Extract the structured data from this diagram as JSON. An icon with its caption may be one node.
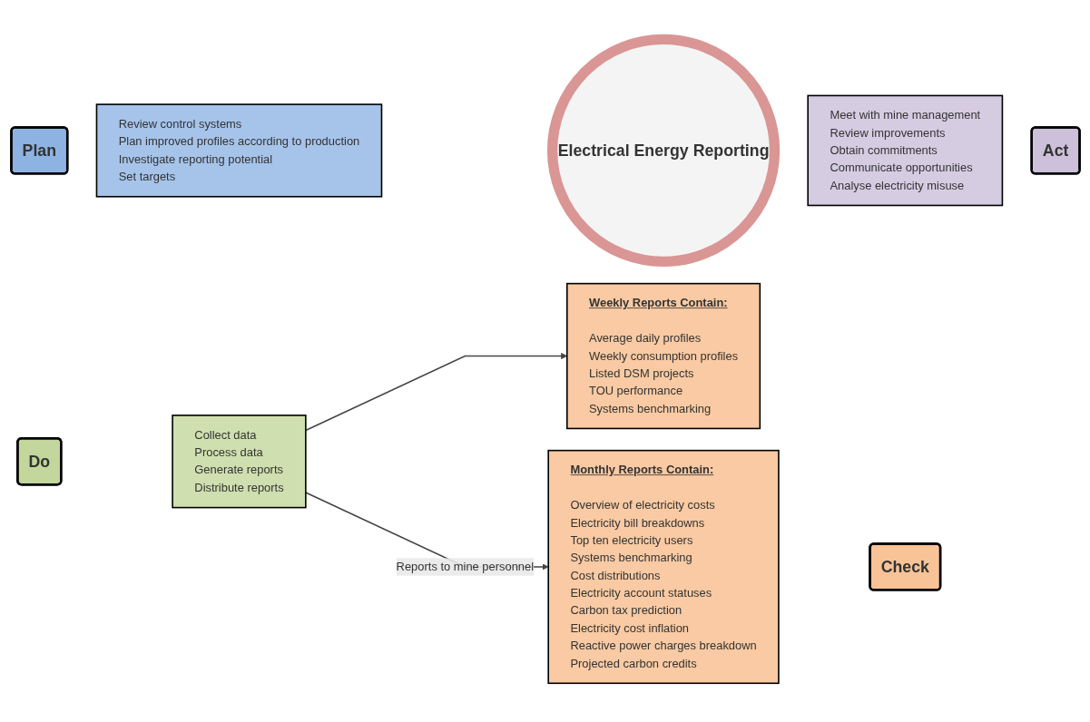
{
  "diagram": {
    "nodes": [
      {
        "text": [
          "Plan"
        ]
      },
      {
        "text": [
          "Review control systems",
          "Plan improved profiles according to production",
          "Investigate reporting potential",
          "Set targets"
        ]
      },
      {
        "text": [
          "Meet with mine management",
          "Review improvements",
          "Obtain commitments",
          "Communicate opportunities",
          "Analyse electricity misuse"
        ]
      },
      {
        "text": [
          "Act"
        ]
      },
      {
        "text": [
          "Electrical Energy Reporting"
        ]
      },
      {
        "text": [
          "Do"
        ]
      },
      {
        "text": [
          "Collect data",
          "Process data",
          "Generate reports",
          "Distribute reports"
        ]
      },
      {
        "text": [
          "Weekly Reports Contain:",
          "Average daily profiles",
          "Weekly consumption profiles",
          "Listed DSM projects",
          "TOU performance",
          "Systems benchmarking"
        ]
      },
      {
        "text": [
          "Monthly Reports Contain:",
          "Overview of electricity costs",
          "Electricity bill breakdowns",
          "Top ten electricity users",
          "Systems benchmarking",
          "Cost distributions",
          "Electricity account statuses",
          "Carbon tax prediction",
          "Electricity cost inflation",
          "Reactive power charges breakdown",
          "Projected carbon credits"
        ]
      },
      {
        "text": [
          "Check"
        ]
      }
    ],
    "edges": [
      {
        "from": 6,
        "to": 7,
        "arrow": "to"
      },
      {
        "from": 6,
        "to": 8,
        "arrow": "to",
        "label": "Reports to mine personnel"
      }
    ]
  }
}
